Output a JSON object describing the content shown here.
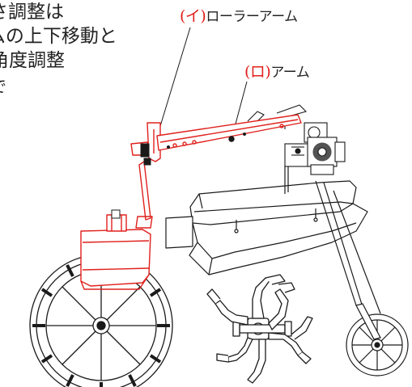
{
  "note": {
    "lines": [
      "高さ調整は",
      "アームの上下移動と",
      "角度調整",
      "で"
    ]
  },
  "labels": {
    "roller_arm": {
      "mark": "(イ)",
      "text": "ローラーアーム"
    },
    "arm": {
      "mark": "(ロ)",
      "text": "アーム"
    }
  },
  "colors": {
    "highlight": "#e0201c",
    "line": "#1a1a1a",
    "text": "#222222"
  }
}
